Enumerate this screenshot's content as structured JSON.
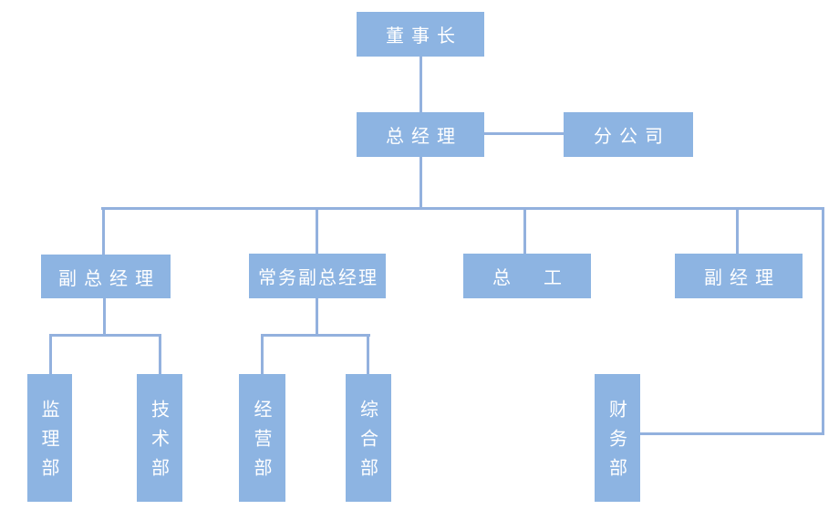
{
  "colors": {
    "box_fill": "#8DB4E2",
    "line": "#93B1DE",
    "text": "#FFFFFF",
    "background": "#FFFFFF"
  },
  "nodes": {
    "chairman": {
      "label": "董事长"
    },
    "general_manager": {
      "label": "总经理"
    },
    "branch_company": {
      "label": "分公司"
    },
    "deputy_general_manager": {
      "label": "副总经理"
    },
    "executive_deputy_general_manager": {
      "label": "常务副总经理"
    },
    "chief_engineer": {
      "label": "总　工"
    },
    "deputy_manager": {
      "label": "副经理"
    },
    "supervision_dept": {
      "label": "监理部"
    },
    "technical_dept": {
      "label": "技术部"
    },
    "business_dept": {
      "label": "经营部"
    },
    "general_affairs_dept": {
      "label": "综合部"
    },
    "finance_dept": {
      "label": "财务部"
    }
  },
  "edges": [
    {
      "from": "chairman",
      "to": "general_manager"
    },
    {
      "from": "general_manager",
      "to": "branch_company",
      "type": "lateral"
    },
    {
      "from": "general_manager",
      "to": "deputy_general_manager"
    },
    {
      "from": "general_manager",
      "to": "executive_deputy_general_manager"
    },
    {
      "from": "general_manager",
      "to": "chief_engineer"
    },
    {
      "from": "general_manager",
      "to": "deputy_manager"
    },
    {
      "from": "general_manager",
      "to": "finance_dept"
    },
    {
      "from": "deputy_general_manager",
      "to": "supervision_dept"
    },
    {
      "from": "deputy_general_manager",
      "to": "technical_dept"
    },
    {
      "from": "executive_deputy_general_manager",
      "to": "business_dept"
    },
    {
      "from": "executive_deputy_general_manager",
      "to": "general_affairs_dept"
    }
  ]
}
